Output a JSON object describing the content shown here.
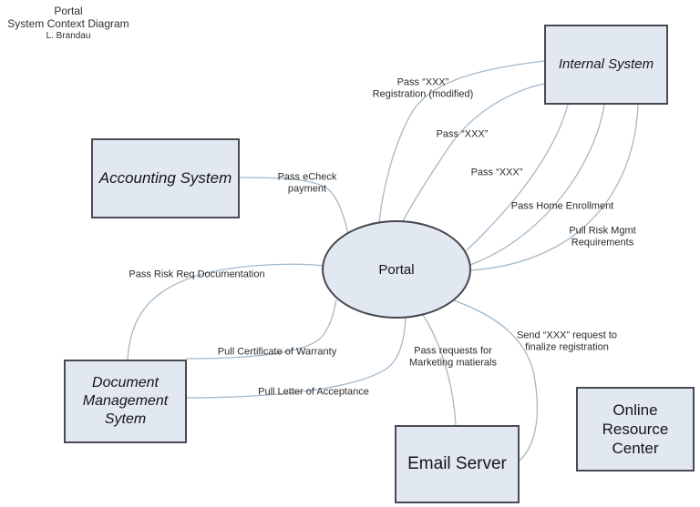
{
  "title": {
    "line1": "Portal",
    "line2": "System Context Diagram",
    "line3": "L. Brandau"
  },
  "nodes": {
    "portal": {
      "label": "Portal",
      "shape": "ellipse"
    },
    "internal_system": {
      "label": "Internal System",
      "shape": "rect"
    },
    "accounting_system": {
      "label": "Accounting System",
      "shape": "rect"
    },
    "document_management": {
      "label": "Document Management Sytem",
      "shape": "rect"
    },
    "email_server": {
      "label": "Email Server",
      "shape": "rect"
    },
    "online_resource_center": {
      "label": "Online Resource Center",
      "shape": "rect"
    }
  },
  "edges": [
    {
      "label": "Pass “XXX” Registration (modified)",
      "from": "internal_system",
      "to": "portal"
    },
    {
      "label": "Pass “XXX”",
      "from": "internal_system",
      "to": "portal"
    },
    {
      "label": "Pass “XXX”",
      "from": "internal_system",
      "to": "portal"
    },
    {
      "label": "Pass Home Enrollment",
      "from": "internal_system",
      "to": "portal"
    },
    {
      "label": "Pull Risk Mgmt Requirements",
      "from": "internal_system",
      "to": "portal"
    },
    {
      "label": "Pass eCheck payment",
      "from": "accounting_system",
      "to": "portal"
    },
    {
      "label": "Pass Risk Req Documentation",
      "from": "portal",
      "to": "document_management"
    },
    {
      "label": "Pull Certificate of Warranty",
      "from": "portal",
      "to": "document_management"
    },
    {
      "label": "Pull Letter of Acceptance",
      "from": "portal",
      "to": "document_management"
    },
    {
      "label": "Pass requests for Marketing matierals",
      "from": "portal",
      "to": "email_server"
    },
    {
      "label": "Send “XXX” request to finalize registration",
      "from": "portal",
      "to": "email_server"
    }
  ],
  "colors": {
    "node_fill": "#e2e8f2",
    "node_border": "#4a4a52",
    "connector": "#a3b8c9",
    "text": "#15151a",
    "background": "#ffffff"
  }
}
